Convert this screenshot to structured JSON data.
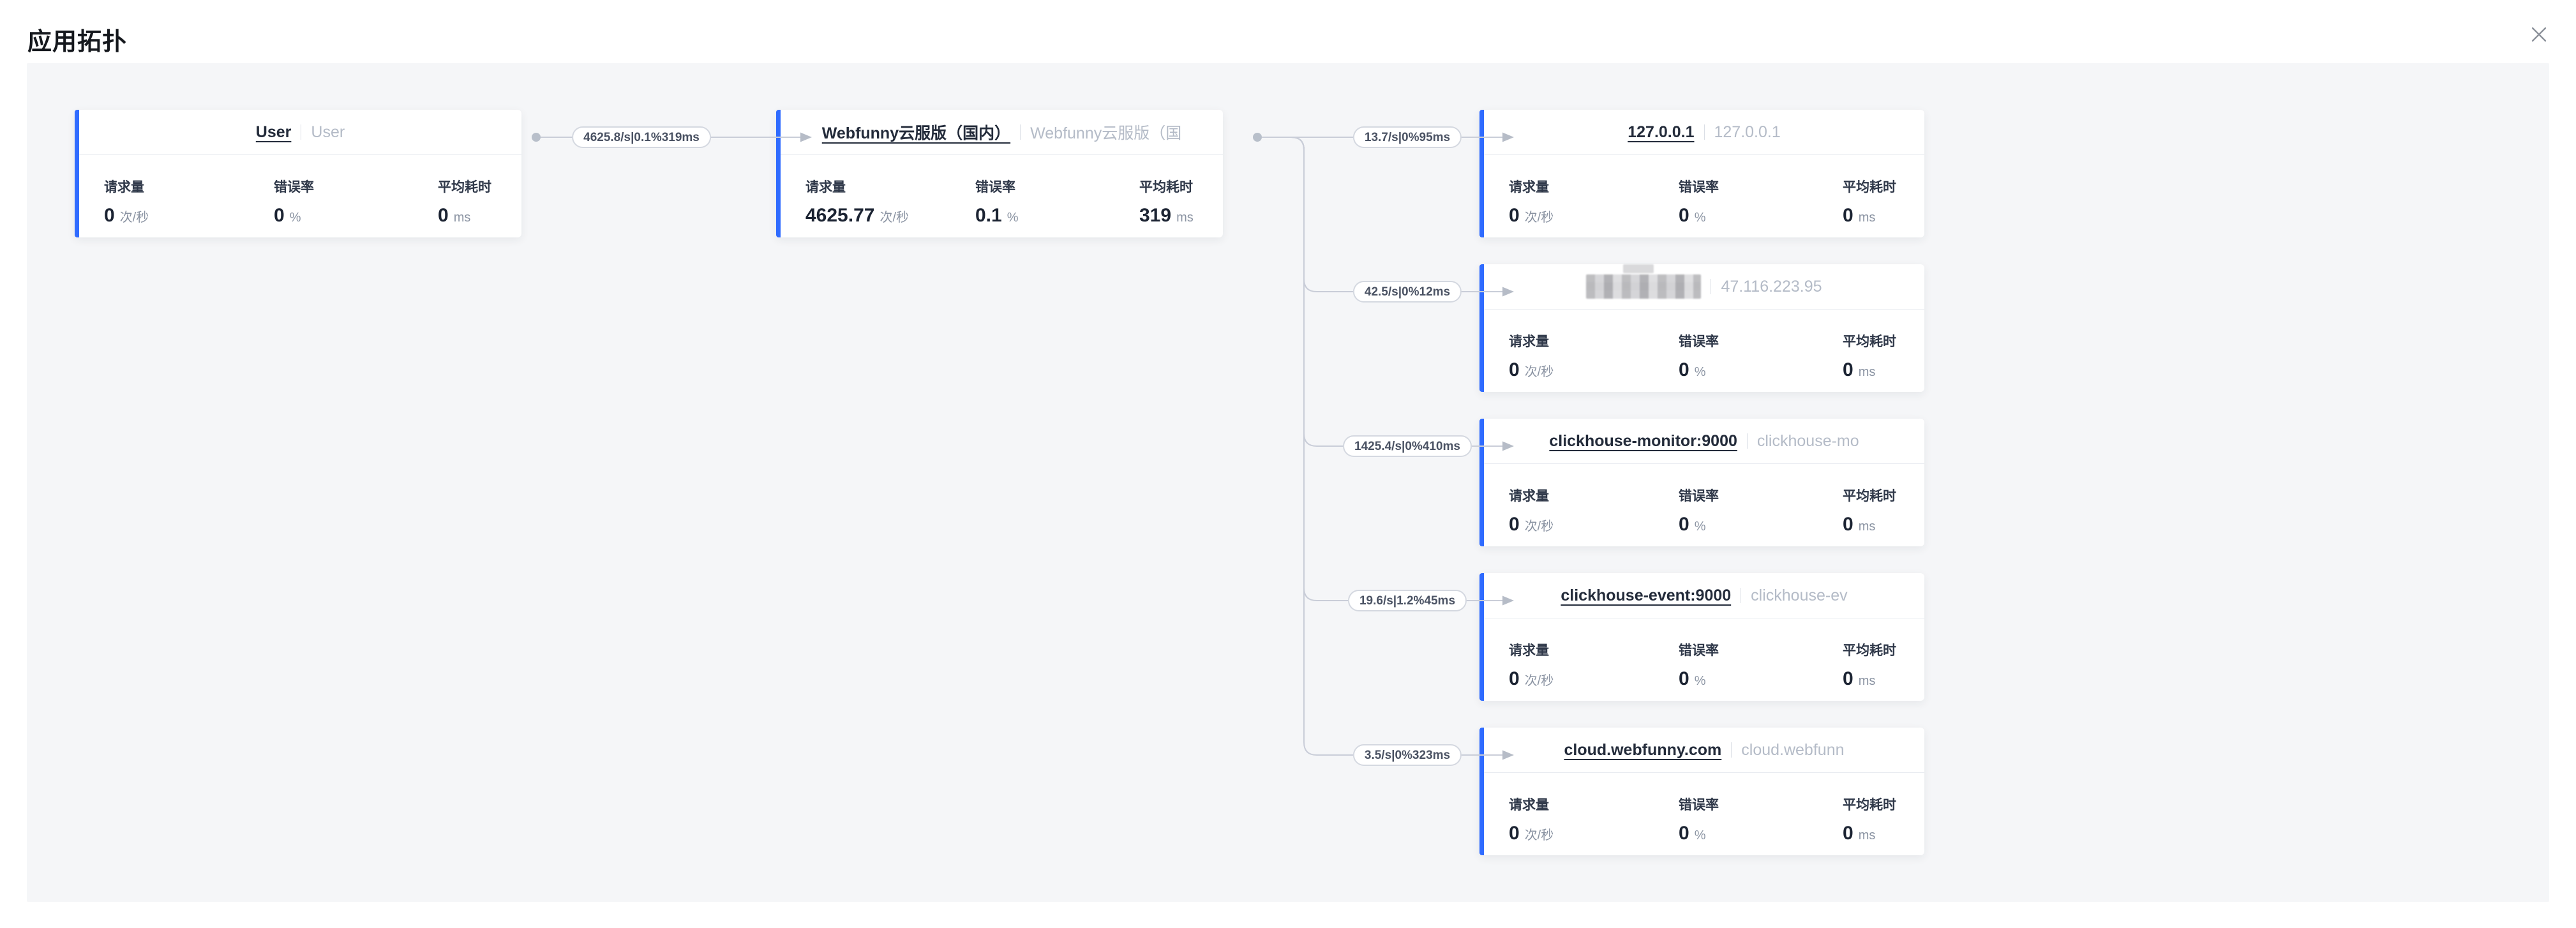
{
  "header": {
    "title": "应用拓扑"
  },
  "graph": {
    "colors": {
      "accent": "#2f6bff",
      "edge": "#c9cdd8",
      "pill_border": "#d4d8e0",
      "panel_bg": "#f5f6f8"
    },
    "nodes": [
      {
        "id": "user",
        "primary": "User",
        "secondary": "User",
        "metrics": [
          {
            "label": "请求量",
            "value": "0",
            "unit": "次/秒"
          },
          {
            "label": "错误率",
            "value": "0",
            "unit": "%"
          },
          {
            "label": "平均耗时",
            "value": "0",
            "unit": "ms"
          }
        ]
      },
      {
        "id": "webfunny-app",
        "primary": "Webfunny云服版（国内）",
        "secondary": "Webfunny云服版（国",
        "metrics": [
          {
            "label": "请求量",
            "value": "4625.77",
            "unit": "次/秒"
          },
          {
            "label": "错误率",
            "value": "0.1",
            "unit": "%"
          },
          {
            "label": "平均耗时",
            "value": "319",
            "unit": "ms"
          }
        ]
      },
      {
        "id": "host-127-0-0-1",
        "primary": "127.0.0.1",
        "secondary": "127.0.0.1",
        "metrics": [
          {
            "label": "请求量",
            "value": "0",
            "unit": "次/秒"
          },
          {
            "label": "错误率",
            "value": "0",
            "unit": "%"
          },
          {
            "label": "平均耗时",
            "value": "0",
            "unit": "ms"
          }
        ]
      },
      {
        "id": "host-censored",
        "primary": "",
        "censored": true,
        "secondary": "47.116.223.95",
        "metrics": [
          {
            "label": "请求量",
            "value": "0",
            "unit": "次/秒"
          },
          {
            "label": "错误率",
            "value": "0",
            "unit": "%"
          },
          {
            "label": "平均耗时",
            "value": "0",
            "unit": "ms"
          }
        ]
      },
      {
        "id": "clickhouse-monitor",
        "primary": "clickhouse-monitor:9000",
        "secondary": "clickhouse-mo",
        "metrics": [
          {
            "label": "请求量",
            "value": "0",
            "unit": "次/秒"
          },
          {
            "label": "错误率",
            "value": "0",
            "unit": "%"
          },
          {
            "label": "平均耗时",
            "value": "0",
            "unit": "ms"
          }
        ]
      },
      {
        "id": "clickhouse-event",
        "primary": "clickhouse-event:9000",
        "secondary": "clickhouse-ev",
        "metrics": [
          {
            "label": "请求量",
            "value": "0",
            "unit": "次/秒"
          },
          {
            "label": "错误率",
            "value": "0",
            "unit": "%"
          },
          {
            "label": "平均耗时",
            "value": "0",
            "unit": "ms"
          }
        ]
      },
      {
        "id": "cloud-webfunny",
        "primary": "cloud.webfunny.com",
        "secondary": "cloud.webfunn",
        "metrics": [
          {
            "label": "请求量",
            "value": "0",
            "unit": "次/秒"
          },
          {
            "label": "错误率",
            "value": "0",
            "unit": "%"
          },
          {
            "label": "平均耗时",
            "value": "0",
            "unit": "ms"
          }
        ]
      }
    ],
    "edges": [
      {
        "from": "user",
        "to": "webfunny-app",
        "label": "4625.8/s|0.1%319ms"
      },
      {
        "from": "webfunny-app",
        "to": "host-127-0-0-1",
        "label": "13.7/s|0%95ms"
      },
      {
        "from": "webfunny-app",
        "to": "host-censored",
        "label": "42.5/s|0%12ms"
      },
      {
        "from": "webfunny-app",
        "to": "clickhouse-monitor",
        "label": "1425.4/s|0%410ms"
      },
      {
        "from": "webfunny-app",
        "to": "clickhouse-event",
        "label": "19.6/s|1.2%45ms"
      },
      {
        "from": "webfunny-app",
        "to": "cloud-webfunny",
        "label": "3.5/s|0%323ms"
      }
    ]
  }
}
